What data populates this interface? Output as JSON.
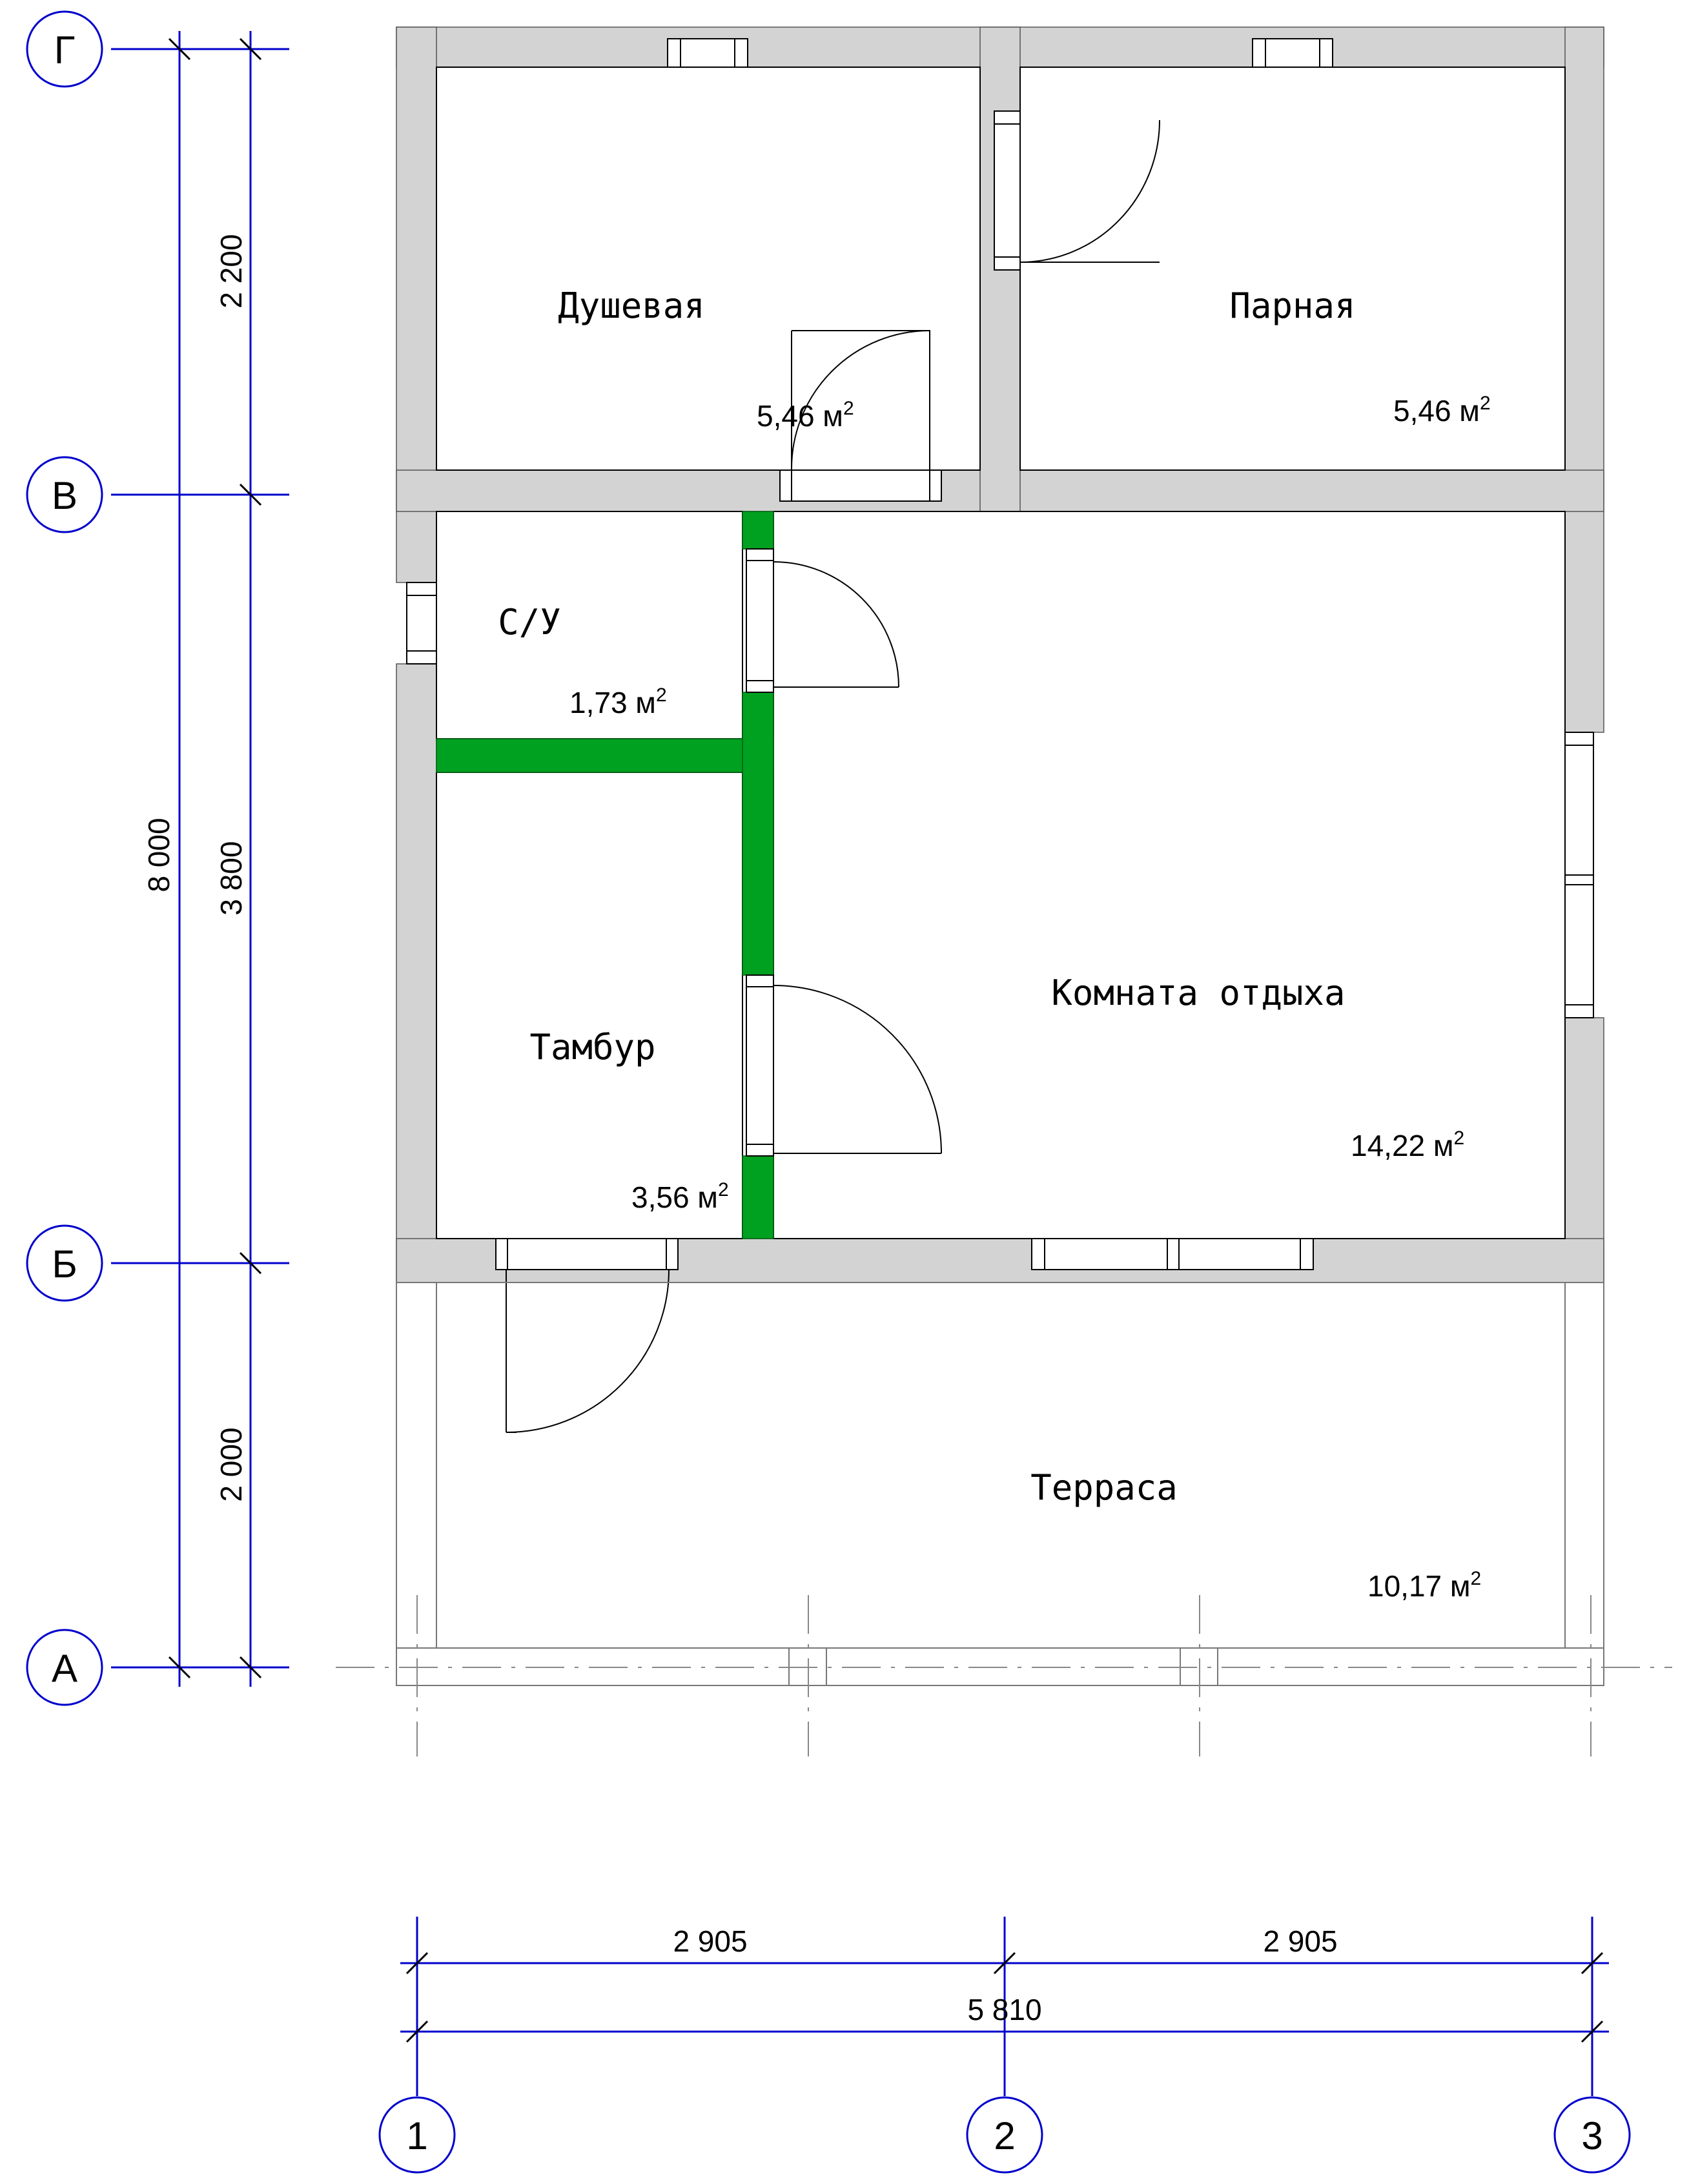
{
  "rooms": {
    "shower": {
      "name": "Душевая",
      "area": "5,46 м"
    },
    "steam": {
      "name": "Парная",
      "area": "5,46 м"
    },
    "wc": {
      "name": "С/У",
      "area": "1,73 м"
    },
    "vestibule": {
      "name": "Тамбур",
      "area": "3,56 м"
    },
    "lounge": {
      "name": "Комната отдыха",
      "area": "14,22 м"
    },
    "terrace": {
      "name": "Терраса",
      "area": "10,17 м"
    }
  },
  "area_unit_exponent": "2",
  "axes": {
    "rows": [
      "Г",
      "В",
      "Б",
      "А"
    ],
    "columns": [
      "1",
      "2",
      "3"
    ]
  },
  "dimensions": {
    "vertical_total": "8 000",
    "vertical_segments": [
      "2 200",
      "3 800",
      "2 000"
    ],
    "horizontal_segments": [
      "2 905",
      "2 905"
    ],
    "horizontal_total": "5 810"
  },
  "colors": {
    "wall": "#d3d3d3",
    "partition": "#00a020",
    "dimension_lines": "#0000cc"
  }
}
